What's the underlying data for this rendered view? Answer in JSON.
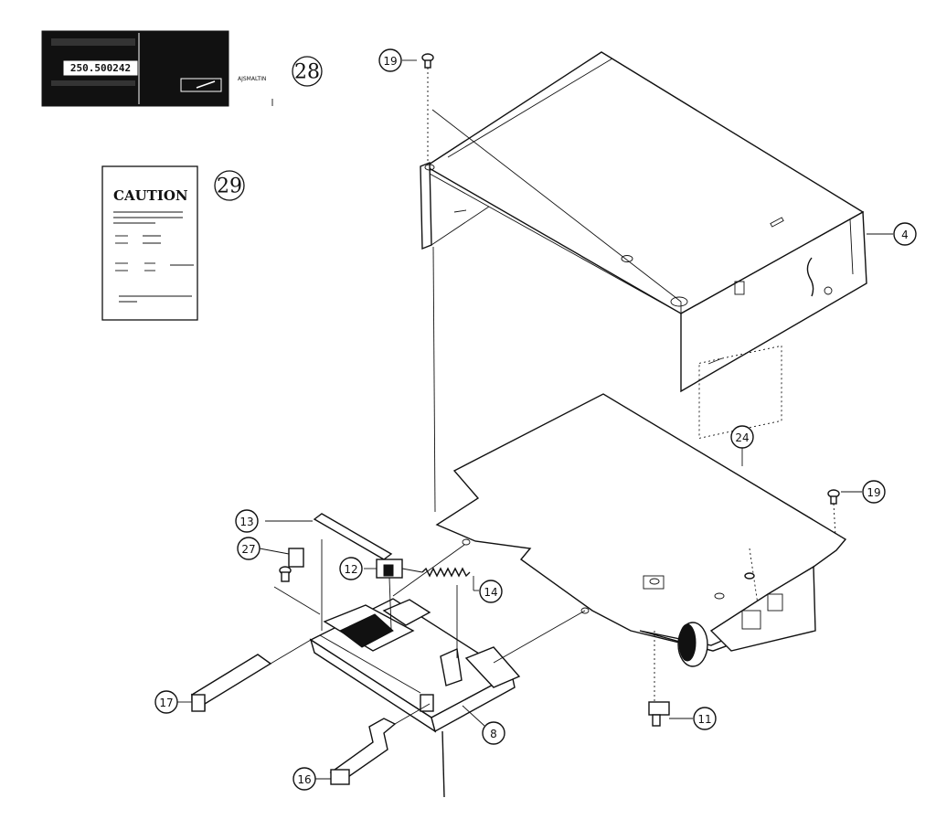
{
  "callouts": {
    "c4": "4",
    "c8": "8",
    "c11": "11",
    "c12": "12",
    "c13": "13",
    "c14": "14",
    "c16": "16",
    "c17": "17",
    "c19a": "19",
    "c19b": "19",
    "c24": "24",
    "c27": "27",
    "c28": "28",
    "c29": "29"
  },
  "label_plate": {
    "number": "250.500242",
    "side_text": "AJSMALTIN"
  },
  "caution_card": {
    "title": "CAUTION"
  }
}
